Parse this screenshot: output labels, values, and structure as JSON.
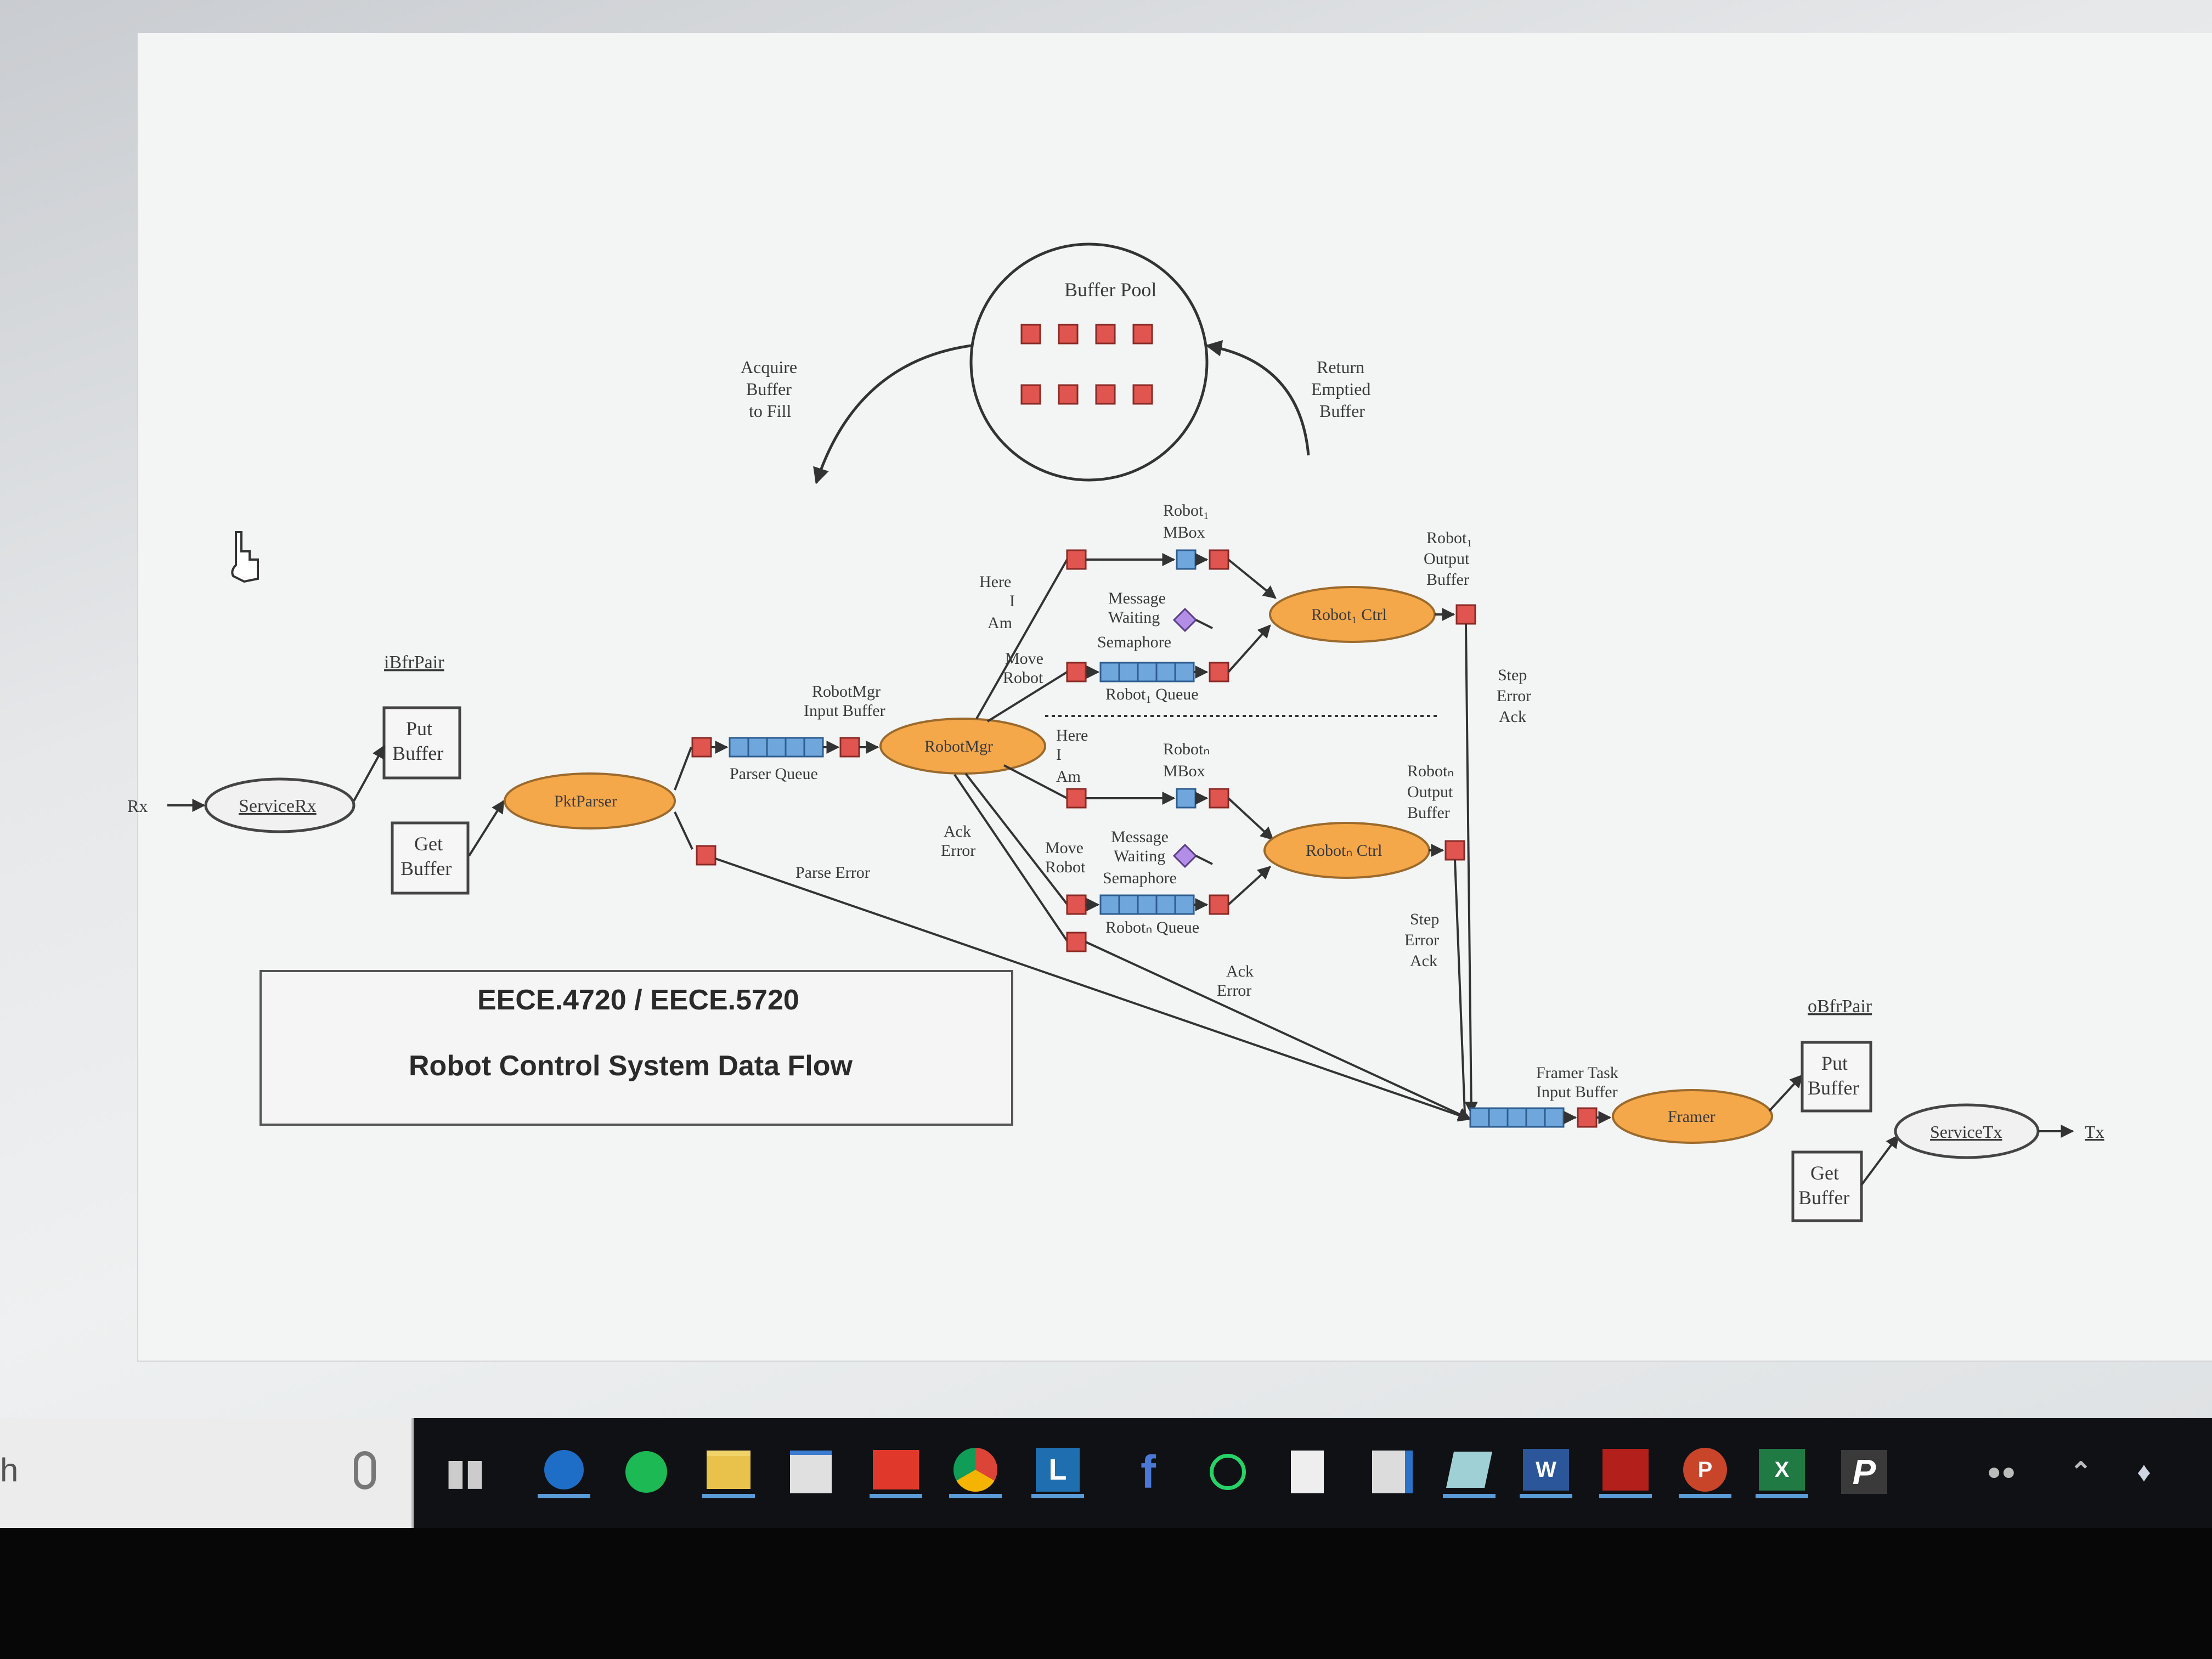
{
  "diagram": {
    "title_course": "EECE.4720 / EECE.5720",
    "title_name": "Robot Control System Data Flow",
    "buffer_pool": {
      "label": "Buffer Pool",
      "acquire_label": [
        "Acquire",
        "Buffer",
        "to Fill"
      ],
      "return_label": [
        "Return",
        "Emptied",
        "Buffer"
      ]
    },
    "rx": "Rx",
    "tx": "Tx",
    "service_rx": "ServiceRx",
    "service_tx": "ServiceTx",
    "ibfrpair": "iBfrPair",
    "obfrpair": "oBfrPair",
    "put_buffer": [
      "Put",
      "Buffer"
    ],
    "get_buffer": [
      "Get",
      "Buffer"
    ],
    "pktparser": "PktParser",
    "parser_queue": "Parser Queue",
    "parse_error": "Parse Error",
    "robotmgr": "RobotMgr",
    "robotmgr_input": [
      "RobotMgr",
      "Input Buffer"
    ],
    "here_i_am": [
      "Here",
      "I",
      "Am"
    ],
    "move_robot": [
      "Move",
      "Robot"
    ],
    "ack_error": [
      "Ack",
      "Error"
    ],
    "robot1": {
      "mbox": [
        "Robot₁",
        "MBox"
      ],
      "semaphore": [
        "Message",
        "Waiting",
        "Semaphore"
      ],
      "queue": "Robot₁ Queue",
      "ctrl": "Robot₁ Ctrl",
      "output": [
        "Robot₁",
        "Output",
        "Buffer"
      ],
      "step": [
        "Step",
        "Error",
        "Ack"
      ]
    },
    "robot2": {
      "mbox": [
        "Robotₙ",
        "MBox"
      ],
      "semaphore": [
        "Message",
        "Waiting",
        "Semaphore"
      ],
      "queue": "Robotₙ Queue",
      "ctrl": "Robotₙ Ctrl",
      "output": [
        "Robotₙ",
        "Output",
        "Buffer"
      ],
      "step": [
        "Step",
        "Error",
        "Ack"
      ]
    },
    "framer_input": [
      "Framer Task",
      "Input Buffer"
    ],
    "framer": "Framer",
    "colors": {
      "task_fill": "#f5a84a",
      "queue_fill": "#6fa7dc",
      "buffer_fill": "#e0554f",
      "semaphore_fill": "#b38ee6"
    }
  },
  "taskbar": {
    "search_text": "h",
    "icons": [
      "mic-icon",
      "task-view-icon",
      "edge-icon",
      "spotify-icon",
      "file-explorer-icon",
      "store-icon",
      "app-red-icon",
      "chrome-icon",
      "l-app-icon",
      "facebook-icon",
      "whatsapp-icon",
      "blank-file-icon",
      "file-arrow-icon",
      "notepad-icon",
      "word-icon",
      "acrobat-icon",
      "powerpoint-icon",
      "excel-icon",
      "p-app-icon"
    ],
    "word_letter": "W",
    "powerpoint_letter": "P",
    "excel_letter": "X",
    "p_app_letter": "P",
    "l_app_letter": "L",
    "facebook_letter": "f"
  }
}
